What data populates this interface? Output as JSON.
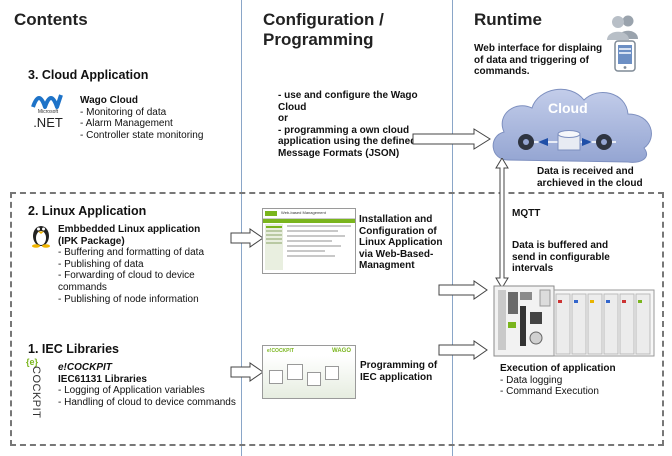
{
  "columns": {
    "contents": "Contents",
    "config_line1": "Configuration /",
    "config_line2": "Programming",
    "runtime": "Runtime"
  },
  "cloud_section": {
    "title": "3.  Cloud Application",
    "logo_top": "Microsoft",
    "logo_main": ".NET",
    "name": "Wago Cloud",
    "items": [
      "Monitoring of data",
      "Alarm Management",
      "Controller state monitoring"
    ],
    "config_text": [
      "- use and configure the Wago",
      "Cloud",
      "or",
      "- programming a own cloud",
      "application using the defined",
      "Message Formats (JSON)"
    ]
  },
  "runtime_cloud": {
    "web_text": [
      "Web interface for displaing",
      "of data and triggering of",
      "commands."
    ],
    "cloud_label": "Cloud",
    "archived_text": [
      "Data is received and",
      "archieved in the cloud"
    ]
  },
  "mqtt": {
    "label": "MQTT",
    "buffered_text": [
      "Data is buffered and",
      "send in configurable",
      "intervals"
    ]
  },
  "linux_section": {
    "title": "2.  Linux Application",
    "name_line1": "Embbedded Linux application",
    "name_line2": "(IPK Package)",
    "items": [
      "Buffering and formatting of data",
      "Publishing of data",
      "Forwarding of cloud to device commands",
      "Publishing of node information"
    ],
    "config_text": [
      "Installation and",
      "Configuration of",
      "Linux Application",
      "via Web-Based-",
      "Managment"
    ],
    "screen_title": "Web-based Management"
  },
  "iec_section": {
    "title": "1.   IEC Libraries",
    "logo_brace": "{e}",
    "logo_text": "COCKPIT",
    "name_line1": "e!COCKPIT",
    "name_line2": "IEC61131 Libraries",
    "items": [
      "Logging of Application variables",
      "Handling of cloud to device commands"
    ],
    "config_text": [
      "Programming of",
      "IEC application"
    ],
    "screen_logo": "e!COCKPIT",
    "screen_brand": "WAGO"
  },
  "execution": {
    "title": "Execution of application",
    "items": [
      "Data logging",
      "Command Execution"
    ]
  },
  "colors": {
    "divider": "#8aa6c8",
    "cloud_fill": "#a9b7db",
    "dashed_border": "#777777",
    "wago_green": "#7ab51d",
    "dotnet_blue": "#1e73c8"
  }
}
